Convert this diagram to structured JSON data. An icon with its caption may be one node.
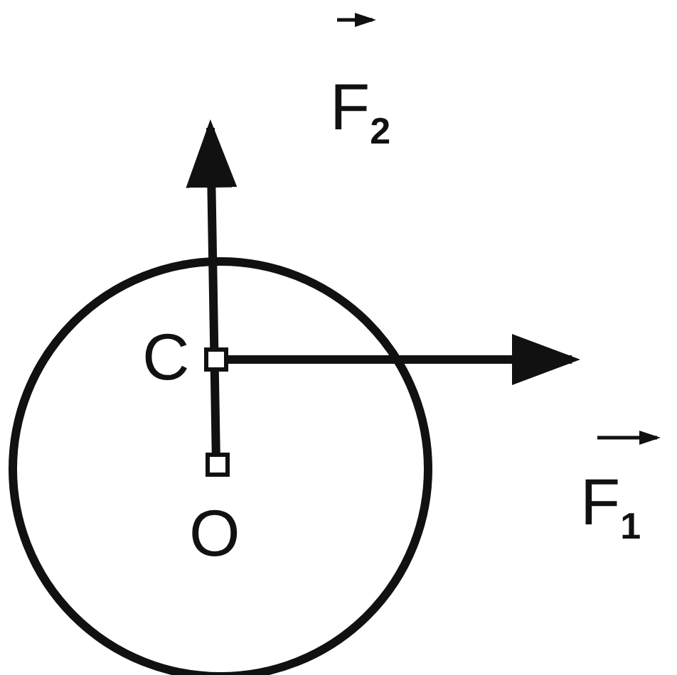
{
  "diagram": {
    "labels": [
      "F$_{2}$",
      "C",
      "O",
      "F$_{1}$"
    ]
  }
}
